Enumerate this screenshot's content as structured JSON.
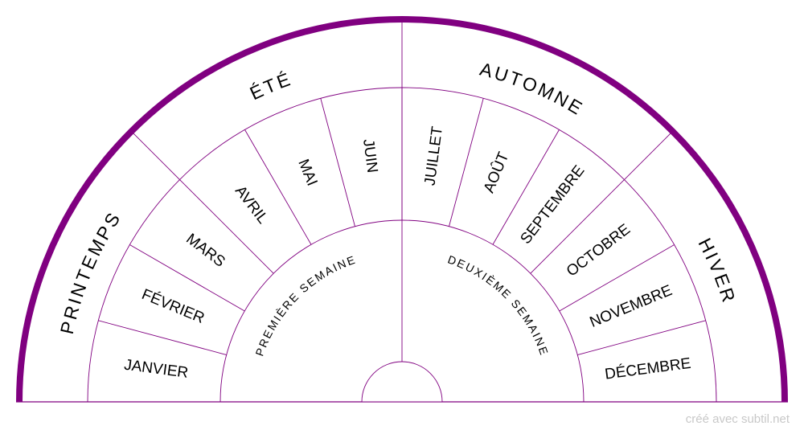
{
  "wheel": {
    "seasons": [
      "PRINTEMPS",
      "ÉTÉ",
      "AUTOMNE",
      "HIVER"
    ],
    "months": [
      "JANVIER",
      "FÉVRIER",
      "MARS",
      "AVRIL",
      "MAI",
      "JUIN",
      "JUILLET",
      "AOÛT",
      "SEPTEMBRE",
      "OCTOBRE",
      "NOVEMBRE",
      "DÉCEMBRE"
    ],
    "weeks": [
      "PREMIÈRE SEMAINE",
      "DEUXIÈME SEMAINE"
    ],
    "accent_color": "#800080"
  },
  "footer": {
    "credit": "créé avec subtil.net"
  }
}
